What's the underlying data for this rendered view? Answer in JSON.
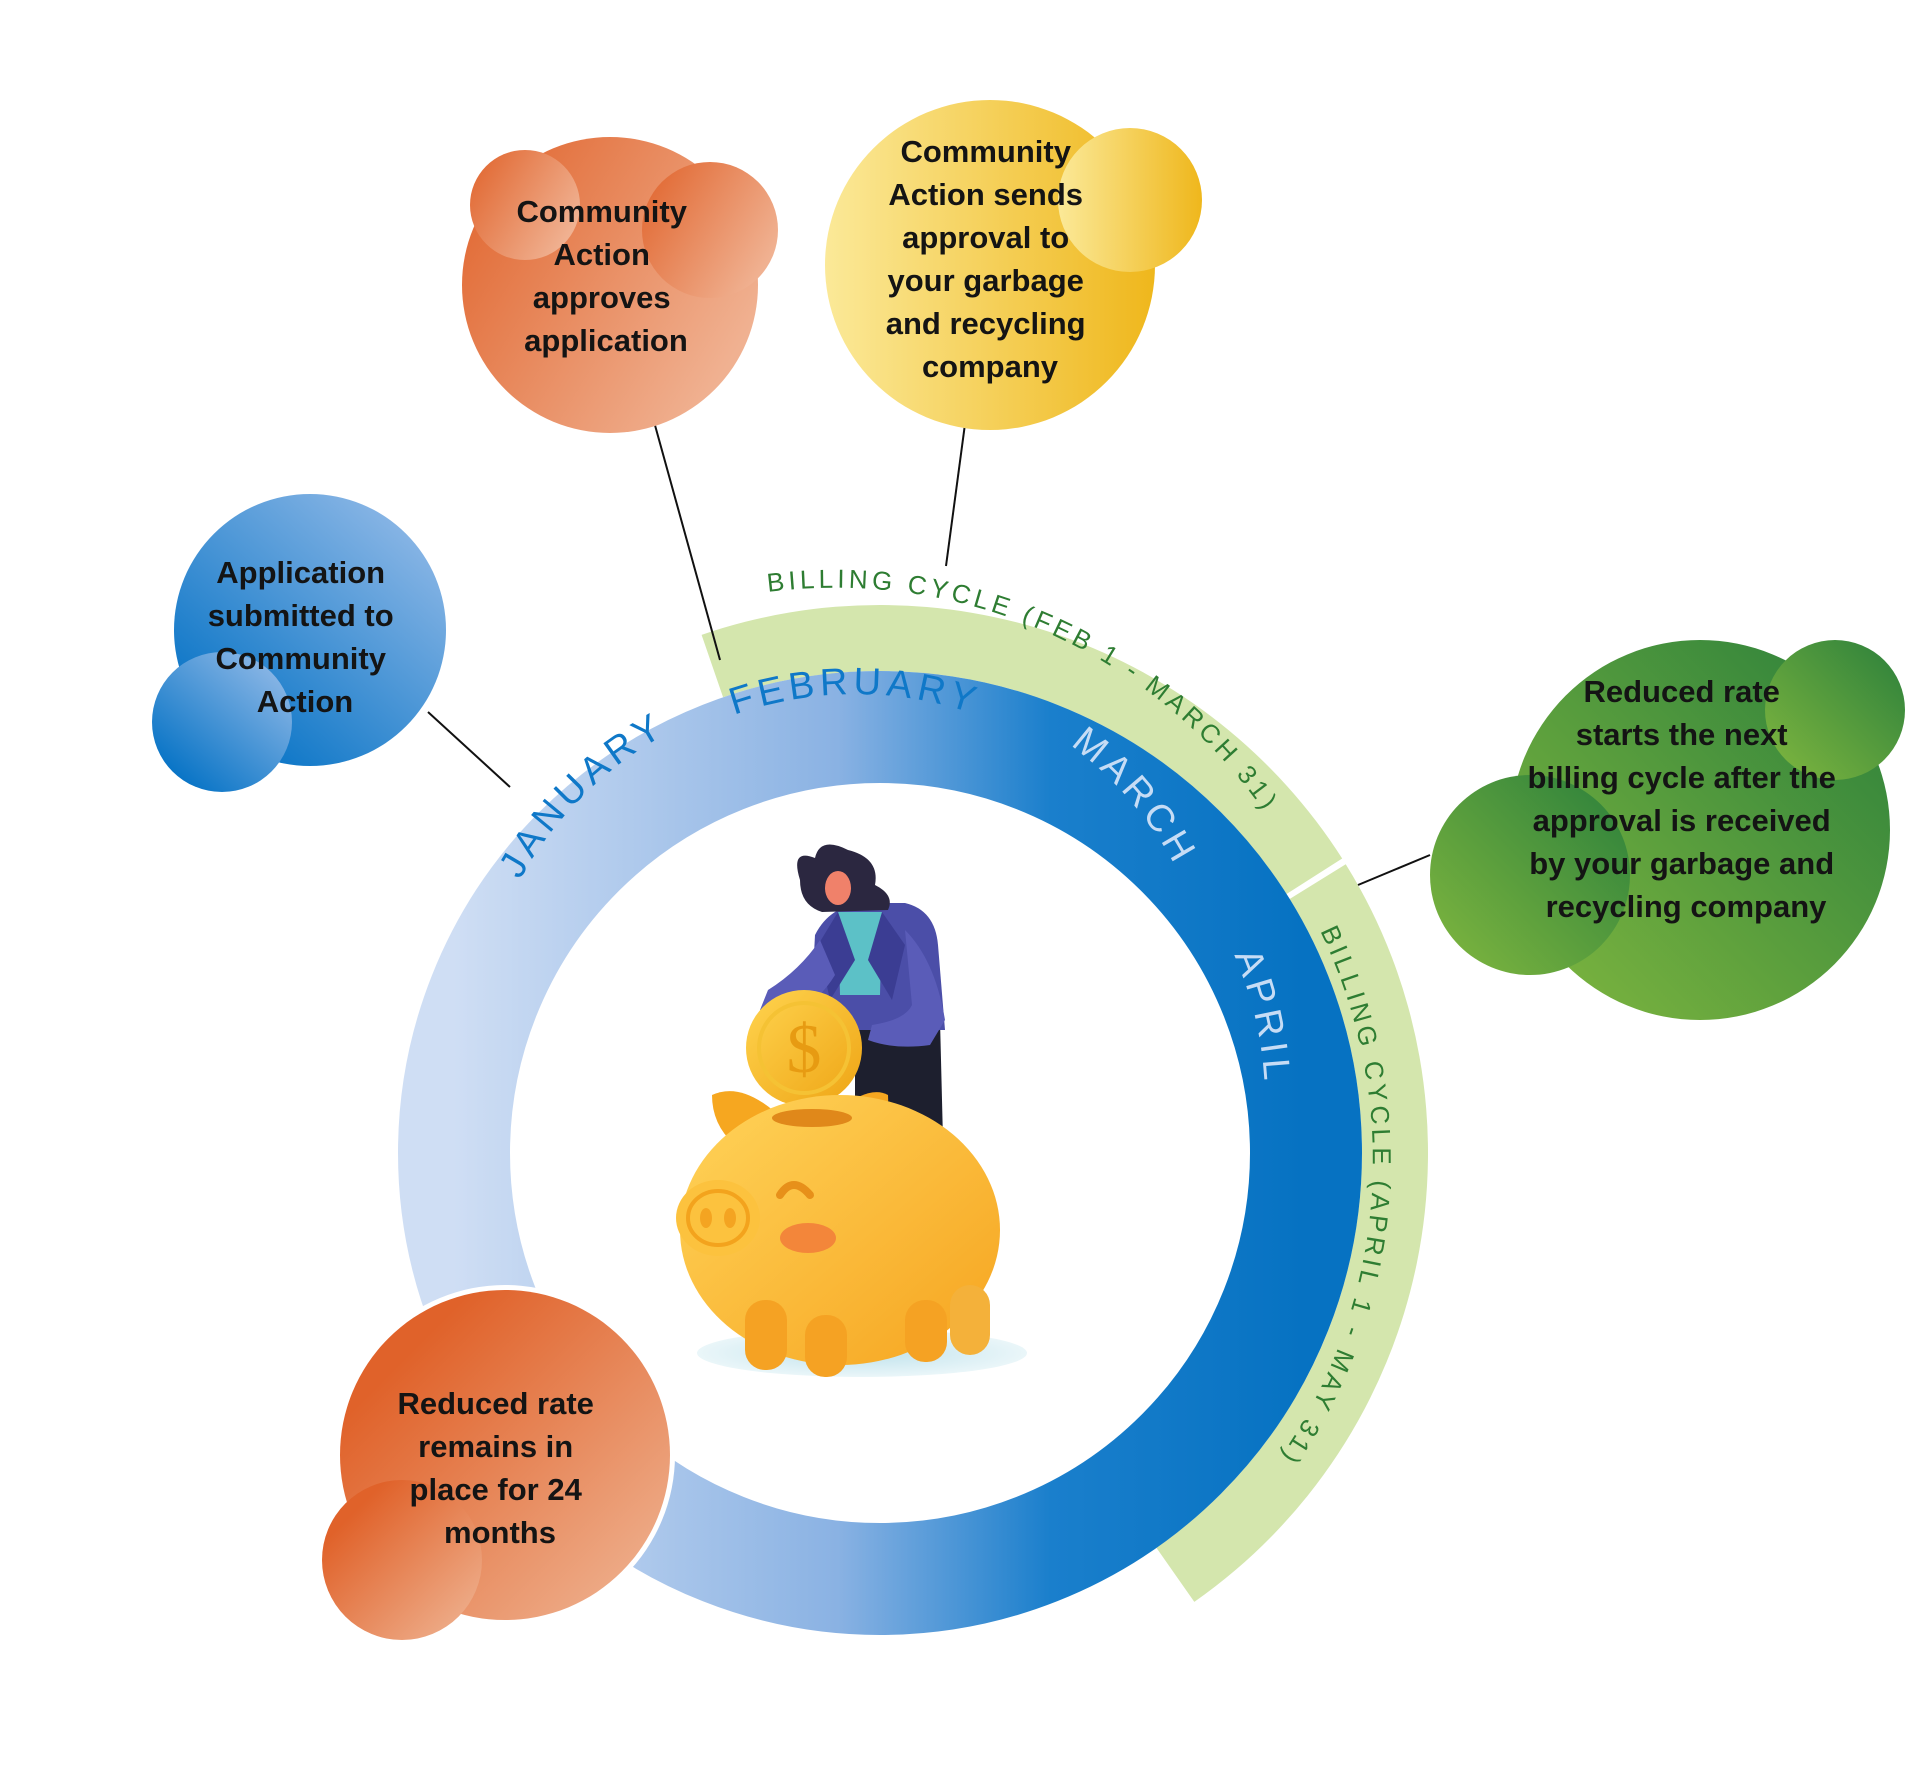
{
  "colors": {
    "ring_light": "#c9daf3",
    "ring_dark": "#0a74c4",
    "billing_band": "#d4e6ad",
    "billing_text": "#2e7d32",
    "month_light": "#0f78c8",
    "month_dark": "#c6dcf5"
  },
  "months": [
    "JANUARY",
    "FEBRUARY",
    "MARCH",
    "APRIL"
  ],
  "billing_cycles": [
    {
      "label": "BILLING CYCLE (FEB 1 - MARCH 31)"
    },
    {
      "label": "BILLING CYCLE (APRIL 1 - MAY 31)"
    }
  ],
  "steps": [
    {
      "id": "application-submitted",
      "color": "blue",
      "lines": [
        "Application",
        "submitted to",
        "Community",
        "Action"
      ]
    },
    {
      "id": "approves-application",
      "color": "orange",
      "lines": [
        "Community",
        "Action",
        "approves",
        "application"
      ]
    },
    {
      "id": "sends-approval",
      "color": "yellow",
      "lines": [
        "Community",
        "Action sends",
        "approval to",
        "your garbage",
        "and recycling",
        "company"
      ]
    },
    {
      "id": "reduced-rate-starts",
      "color": "green",
      "lines": [
        "Reduced rate",
        "starts the next",
        "billing cycle after the",
        "approval is received",
        "by your garbage and",
        "recycling company"
      ]
    },
    {
      "id": "reduced-rate-remains",
      "color": "orange",
      "lines": [
        "Reduced rate",
        "remains in",
        "place for 24",
        "months"
      ]
    }
  ],
  "illustration": {
    "icon": "woman-with-piggy-bank-icon",
    "coin_symbol": "$"
  }
}
